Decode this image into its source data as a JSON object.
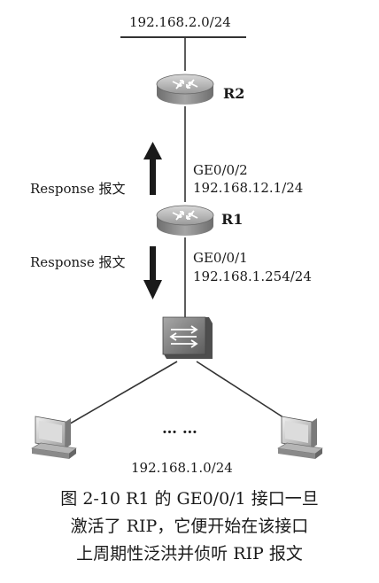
{
  "networks": {
    "top": "192.168.2.0/24",
    "bottom": "192.168.1.0/24"
  },
  "routers": {
    "r2": {
      "label": "R2"
    },
    "r1": {
      "label": "R1"
    }
  },
  "interfaces": {
    "r1_up": {
      "name": "GE0/0/2",
      "ip": "192.168.12.1/24"
    },
    "r1_down": {
      "name": "GE0/0/1",
      "ip": "192.168.1.254/24"
    }
  },
  "messages": {
    "up": "Response 报文",
    "down": "Response 报文"
  },
  "ellipsis": "… …",
  "caption": {
    "line1": "图 2-10   R1 的 GE0/0/1 接口一旦",
    "line2": "激活了 RIP，它便开始在该接口",
    "line3": "上周期性泛洪并侦听 RIP 报文"
  },
  "colors": {
    "router_body": "#8c8c8c",
    "router_top": "#b9b9b9",
    "switch_body": "#7d7d7d",
    "line": "#333333"
  },
  "icons": [
    "router-icon",
    "switch-icon",
    "pc-icon",
    "arrow-up-icon",
    "arrow-down-icon"
  ]
}
